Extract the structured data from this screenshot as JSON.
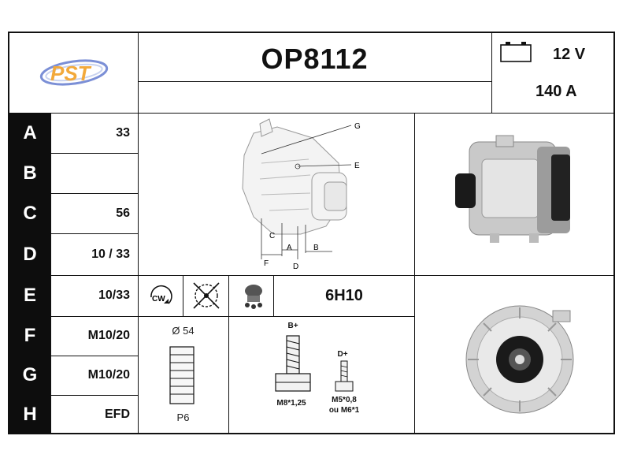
{
  "header": {
    "logo_text": "PST",
    "part_number": "OP8112",
    "voltage": "12 V",
    "amperage": "140 A",
    "battery_icon": "battery-icon"
  },
  "rows": [
    {
      "label": "A",
      "value": "33"
    },
    {
      "label": "B",
      "value": ""
    },
    {
      "label": "C",
      "value": "56"
    },
    {
      "label": "D",
      "value": "10 / 33"
    },
    {
      "label": "E",
      "value": "10/33"
    },
    {
      "label": "F",
      "value": "M10/20"
    },
    {
      "label": "G",
      "value": "M10/20"
    },
    {
      "label": "H",
      "value": "EFD"
    }
  ],
  "diagram": {
    "labels": [
      "G",
      "E",
      "C",
      "A",
      "B",
      "F",
      "D"
    ]
  },
  "rotation": {
    "cw_label": "CW",
    "regulator_code": "6H10"
  },
  "pulley": {
    "diameter": "Ø 54",
    "grooves": "P6"
  },
  "terminals": {
    "bplus_label": "B+",
    "bplus_thread": "M8*1,25",
    "dplus_label": "D+",
    "dplus_thread": "M5*0,8",
    "dplus_alt": "ou M6*1"
  }
}
